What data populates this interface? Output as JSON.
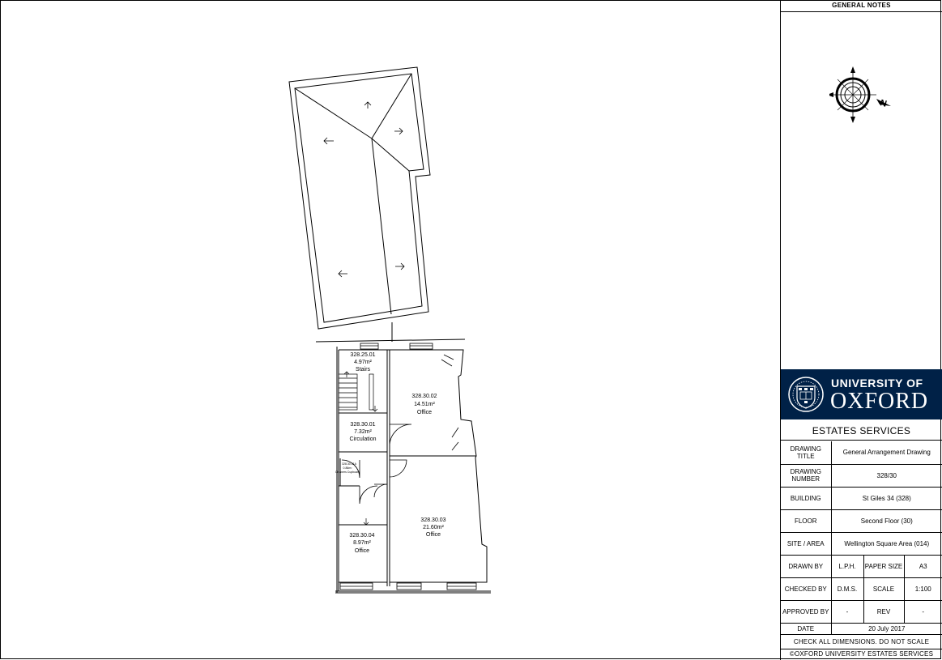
{
  "general_notes": {
    "title": "GENERAL NOTES"
  },
  "compass": {
    "north_label": "N"
  },
  "logo": {
    "line1": "UNIVERSITY OF",
    "line2": "OXFORD",
    "brand_color": "#002147"
  },
  "department": "ESTATES SERVICES",
  "title_block": {
    "drawing_title_label": "DRAWING TITLE",
    "drawing_title": "General Arrangement Drawing",
    "drawing_number_label": "DRAWING NUMBER",
    "drawing_number": "328/30",
    "building_label": "BUILDING",
    "building": "St Giles 34 (328)",
    "floor_label": "FLOOR",
    "floor": "Second Floor (30)",
    "site_label": "SITE / AREA",
    "site": "Wellington Square Area (014)",
    "drawn_by_label": "DRAWN BY",
    "drawn_by": "L.P.H.",
    "paper_size_label": "PAPER SIZE",
    "paper_size": "A3",
    "checked_by_label": "CHECKED BY",
    "checked_by": "D.M.S.",
    "scale_label": "SCALE",
    "scale": "1:100",
    "approved_by_label": "APPROVED BY",
    "approved_by": "-",
    "rev_label": "REV",
    "rev": "-",
    "date_label": "DATE",
    "date": "20 July 2017"
  },
  "notes": {
    "check": "CHECK ALL DIMENSIONS. DO NOT SCALE",
    "copyright": "©OXFORD UNIVERSITY ESTATES SERVICES"
  },
  "rooms": [
    {
      "id": "328.25.01",
      "area": "4.97m²",
      "name": "Stairs"
    },
    {
      "id": "328.30.02",
      "area": "14.51m²",
      "name": "Office"
    },
    {
      "id": "328.30.01",
      "area": "7.32m²",
      "name": "Circulation"
    },
    {
      "id": "328.30.01A",
      "area": "0.86m²",
      "name": "Cleaners Cupboard"
    },
    {
      "id": "328.30.03",
      "area": "21.60m²",
      "name": "Office"
    },
    {
      "id": "328.30.04",
      "area": "8.97m²",
      "name": "Office"
    }
  ]
}
